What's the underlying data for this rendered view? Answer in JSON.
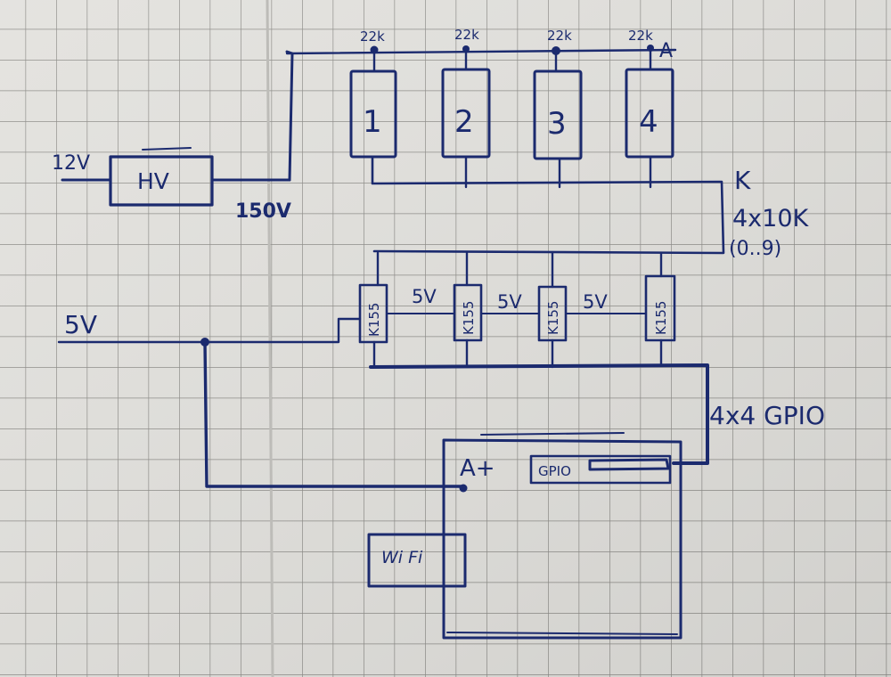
{
  "diagram": {
    "supply_12v": "12V",
    "hv_box": "HV",
    "supply_150v": "150V",
    "resistor_labels": [
      "22k",
      "22k",
      "22k",
      "22k"
    ],
    "anode_label": "A",
    "tubes": [
      "1",
      "2",
      "3",
      "4"
    ],
    "cathode_label": "K",
    "cathode_bus": "4x10K",
    "cathode_range": "(0..9)",
    "supply_5v": "5V",
    "drivers": [
      "K155",
      "K155",
      "K155",
      "K155"
    ],
    "driver_supply": [
      "5V",
      "5V",
      "5V"
    ],
    "gpio_bus": "4x4 GPIO",
    "board": "A+",
    "gpio_header": "GPIO",
    "wifi": "Wi Fi"
  },
  "colors": {
    "paper": "#e3e2de",
    "grid": "#8d8c88",
    "ink": "#1b2a6e"
  }
}
